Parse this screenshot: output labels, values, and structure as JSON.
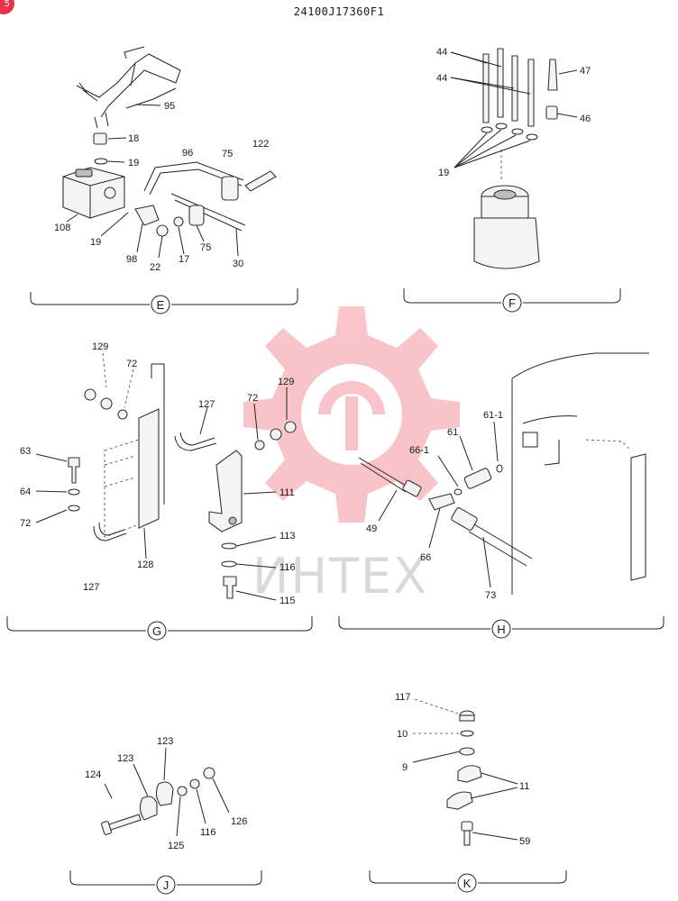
{
  "header": {
    "document_code": "24100J17360F1",
    "corner_badge": "5"
  },
  "watermark": {
    "text": "ИНТЕХ"
  },
  "sections": {
    "E": {
      "label": "E",
      "callouts": [
        "95",
        "18",
        "19",
        "96",
        "75",
        "122",
        "108",
        "19",
        "98",
        "22",
        "17",
        "75",
        "30"
      ]
    },
    "F": {
      "label": "F",
      "callouts": [
        "44",
        "44",
        "47",
        "46",
        "19"
      ]
    },
    "G": {
      "label": "G",
      "callouts": [
        "129",
        "72",
        "127",
        "72",
        "129",
        "63",
        "64",
        "72",
        "111",
        "113",
        "128",
        "116",
        "127",
        "115"
      ]
    },
    "H": {
      "label": "H",
      "callouts": [
        "61-1",
        "66-1",
        "61",
        "49",
        "66",
        "73"
      ]
    },
    "J": {
      "label": "J",
      "callouts": [
        "123",
        "123",
        "124",
        "125",
        "116",
        "126"
      ]
    },
    "K": {
      "label": "K",
      "callouts": [
        "117",
        "10",
        "9",
        "11",
        "59"
      ]
    }
  }
}
